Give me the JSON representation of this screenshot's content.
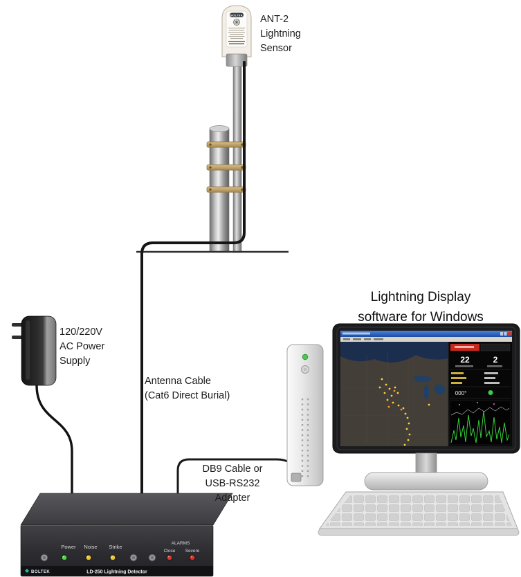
{
  "labels": {
    "sensor": "ANT-2\nLightning\nSensor",
    "power_supply": "120/220V\nAC Power\nSupply",
    "antenna_cable": "Antenna Cable\n(Cat6 Direct Burial)",
    "db9": "DB9 Cable or\nUSB-RS232\nAdapter",
    "display_software": "Lightning Display\nsoftware for Windows"
  },
  "antenna_unit": {
    "brand": "BOLTEK"
  },
  "detector": {
    "brand": "BOLTEK",
    "model_label": "LD-250 Lightning Detector",
    "led_power": "Power",
    "led_noise": "Noise",
    "led_strike": "Strike",
    "alarms_title": "ALARMS",
    "alarm_close": "Close",
    "alarm_severe": "Severe"
  },
  "screen": {
    "stat_left": "22",
    "stat_right": "2",
    "heading": "000°"
  },
  "colors": {
    "led_green": "#4fd24a",
    "led_yellow": "#e8c732",
    "led_red": "#d8362a",
    "strike_yellow": "#ffd23e",
    "alert_red": "#c8281e",
    "title_blue": "#2d62c4"
  }
}
